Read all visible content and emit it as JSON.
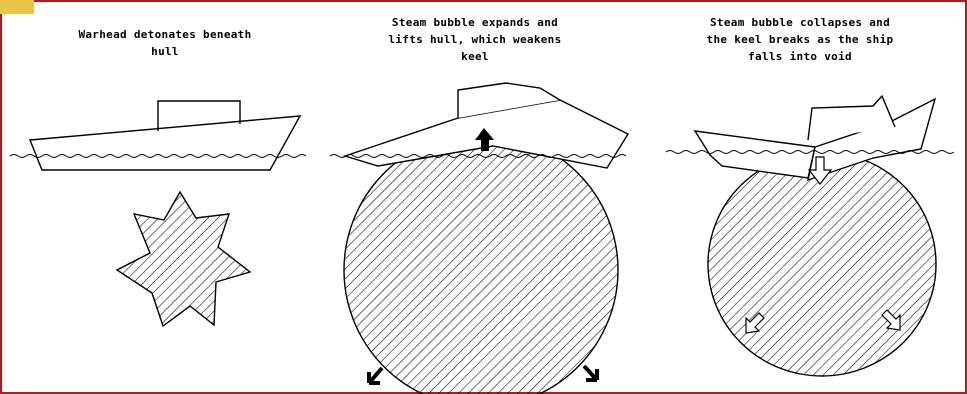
{
  "colors": {
    "border": "#b01c1c",
    "tab": "#e9c64a",
    "ink": "#000000",
    "background": "#ffffff"
  },
  "panels": [
    {
      "caption": "Warhead detonates beneath\nhull"
    },
    {
      "caption": "Steam bubble expands and\nlifts hull, which weakens\nkeel"
    },
    {
      "caption": "Steam bubble collapses and\nthe keel breaks as the ship\nfalls into void"
    }
  ],
  "icons": {
    "explosion": "star-burst-icon",
    "up_arrow": "arrow-up-icon",
    "down_arrow": "arrow-down-icon",
    "outward_arrows": "arrow-diagonal-icon",
    "inward_arrows": "arrow-diagonal-outline-icon"
  }
}
